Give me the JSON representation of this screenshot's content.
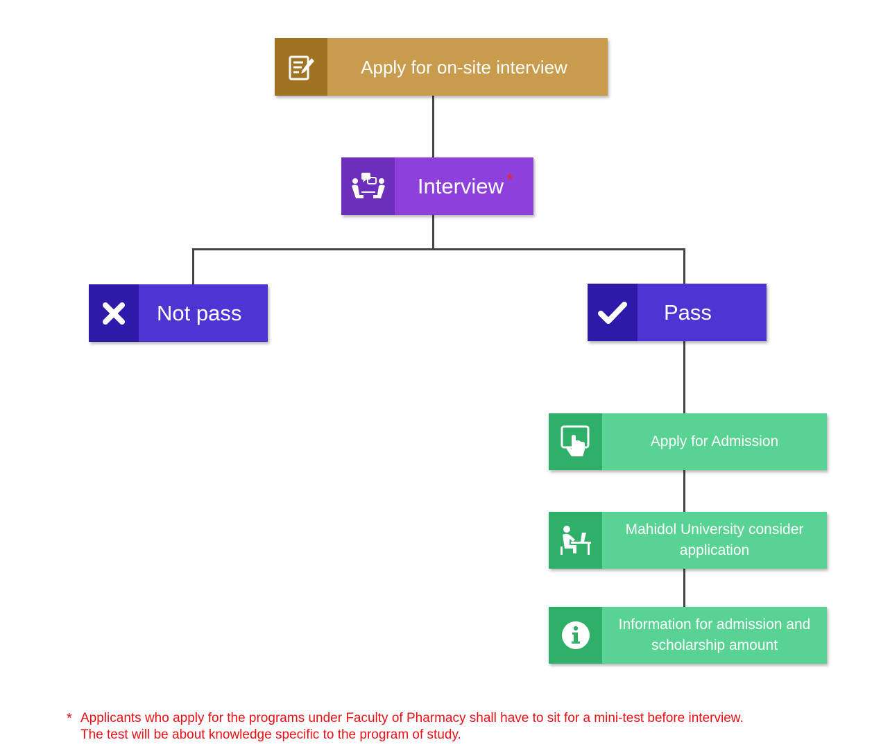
{
  "diagram": {
    "nodes": {
      "apply_onsite": {
        "label": "Apply for on-site interview",
        "icon": "form-edit-icon"
      },
      "interview": {
        "label": "Interview",
        "marker": "*",
        "icon": "interview-people-icon"
      },
      "not_pass": {
        "label": "Not pass",
        "icon": "x-mark-icon"
      },
      "pass": {
        "label": "Pass",
        "icon": "check-mark-icon"
      },
      "apply_admission": {
        "label": "Apply for Admission",
        "icon": "touch-screen-icon"
      },
      "consider": {
        "label": "Mahidol University consider application",
        "icon": "person-at-desk-icon"
      },
      "info": {
        "label": "Information for admission and scholarship amount",
        "icon": "info-icon"
      }
    },
    "edges": [
      [
        "apply_onsite",
        "interview"
      ],
      [
        "interview",
        "not_pass"
      ],
      [
        "interview",
        "pass"
      ],
      [
        "pass",
        "apply_admission"
      ],
      [
        "apply_admission",
        "consider"
      ],
      [
        "consider",
        "info"
      ]
    ]
  },
  "footnote": {
    "marker": "*",
    "lines": [
      "Applicants who apply for the  programs under Faculty of Pharmacy shall have to sit for a mini-test before interview.",
      "The test will be about knowledge specific to the program of study."
    ]
  },
  "colors": {
    "gold": "#c89c4c",
    "gold_dark": "#a07322",
    "purple": "#8d40dc",
    "purple_dark": "#6c2ebb",
    "indigo": "#4e34d2",
    "indigo_dark": "#2e1aa8",
    "green": "#59d394",
    "green_dark": "#2fb068",
    "connector": "#444444",
    "footnote_red": "#e80f15"
  }
}
